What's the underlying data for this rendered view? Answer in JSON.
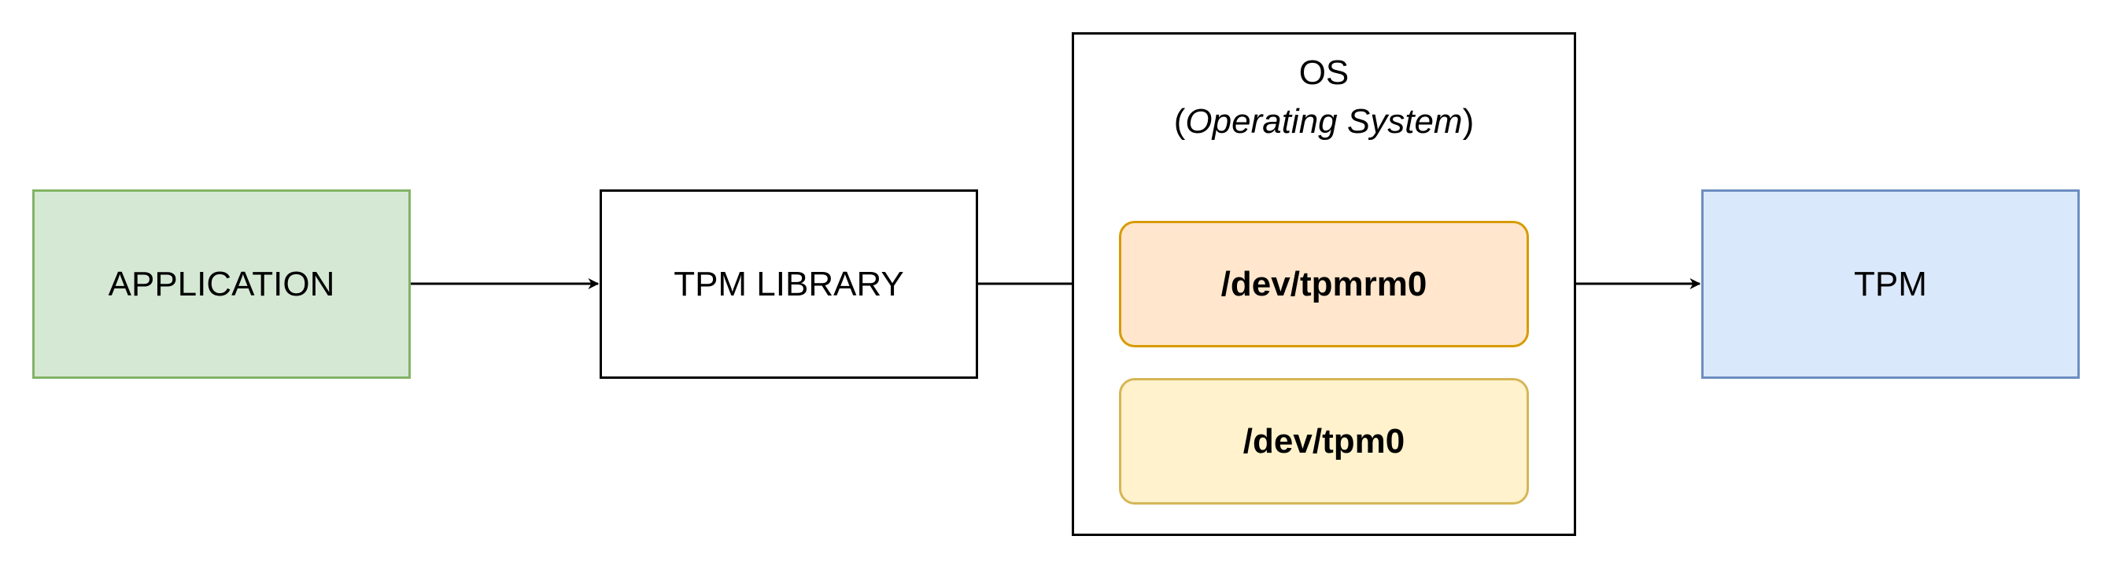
{
  "nodes": {
    "application": {
      "label": "APPLICATION",
      "fill": "#d5e8d4",
      "stroke": "#82b366"
    },
    "tpm_library": {
      "label": "TPM LIBRARY",
      "fill": "#ffffff",
      "stroke": "#000000"
    },
    "os": {
      "title": "OS",
      "subtitle_open": "(",
      "subtitle_italic": "Operating System",
      "subtitle_close": ")",
      "fill": "#ffffff",
      "stroke": "#000000"
    },
    "dev_tpmrm0": {
      "label": "/dev/tpmrm0",
      "fill": "#ffe6cc",
      "stroke": "#d79b00"
    },
    "dev_tpm0": {
      "label": "/dev/tpm0",
      "fill": "#fff2cc",
      "stroke": "#d6b656"
    },
    "tpm": {
      "label": "TPM",
      "fill": "#dae8fc",
      "stroke": "#6c8ebf"
    }
  },
  "edges": [
    {
      "from": "application",
      "to": "tpm_library"
    },
    {
      "from": "tpm_library",
      "to": "dev_tpmrm0"
    },
    {
      "from": "dev_tpmrm0",
      "to": "tpm"
    }
  ]
}
